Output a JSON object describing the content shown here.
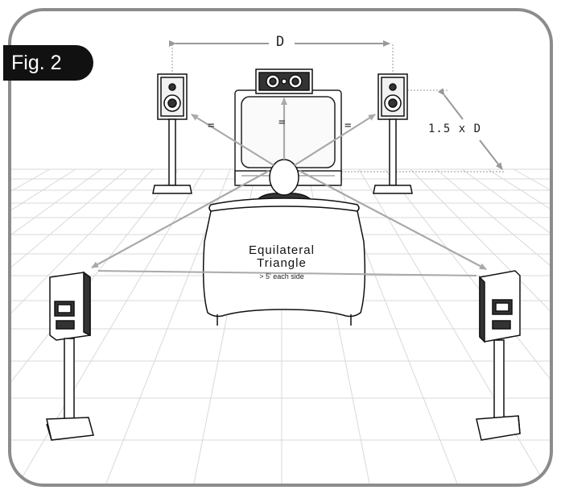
{
  "figure": {
    "badge": "Fig. 2",
    "dimension_width": "D",
    "dimension_depth": "1.5 x D",
    "equal_marks": [
      "=",
      "=",
      "="
    ],
    "triangle_title_line1": "Equilateral",
    "triangle_title_line2": "Triangle",
    "triangle_note": "> 5' each side"
  },
  "colors": {
    "frame": "#8c8c8c",
    "arrow": "#a9a9a9",
    "grid": "#d8d8d8",
    "badge_bg": "#111111",
    "ink": "#111111"
  }
}
